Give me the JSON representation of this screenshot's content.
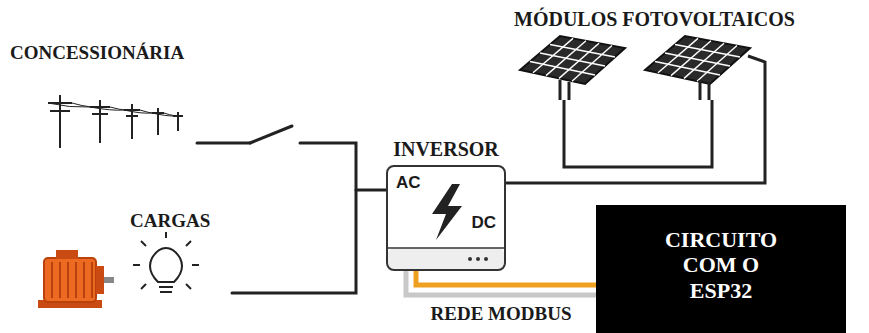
{
  "diagram": {
    "nodes": [
      {
        "text": [
          "INVERSOR",
          "AC",
          "DC"
        ]
      },
      {
        "text": [
          "CIRCUITO COM O ESP32"
        ]
      }
    ],
    "edges": [
      {
        "from": 0,
        "to": 1,
        "arrow": "none",
        "label": "REDE MODBUS"
      }
    ],
    "labels": [
      "CONCESSIONÁRIA",
      "MÓDULOS FOTOVOLTAICOS",
      "CARGAS"
    ]
  }
}
